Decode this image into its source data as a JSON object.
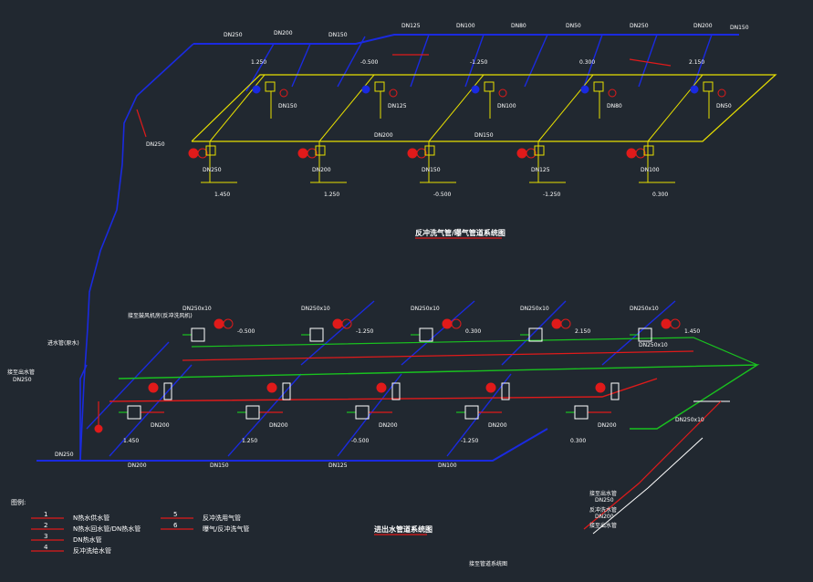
{
  "colors": {
    "background": "#212830",
    "blue_pipe": "#1a2ae0",
    "yellow_pipe": "#e8e000",
    "green_pipe": "#19c21f",
    "red_pipe": "#e01a1a",
    "white": "#ffffff"
  },
  "legend": {
    "title": "图例:",
    "items": [
      {
        "num": "1",
        "text": "N热水供水管",
        "color": "#e01a1a"
      },
      {
        "num": "2",
        "text": "N热水回水管/DN热水管",
        "color": "#e01a1a"
      },
      {
        "num": "3",
        "text": "DN热水管",
        "color": "#e01a1a"
      },
      {
        "num": "4",
        "text": "反冲洗给水管",
        "color": "#e01a1a"
      },
      {
        "num": "5",
        "text": "反冲洗用气管",
        "color": "#e01a1a"
      },
      {
        "num": "6",
        "text": "曝气/反冲洗气管",
        "color": "#e01a1a"
      }
    ]
  },
  "titles": {
    "top_system": "反冲洗气管/曝气管道系统图",
    "bottom_system": "进出水管道系统图",
    "bottom_note": "接至管道系统图"
  },
  "right_labels": [
    "接至出水管",
    "DN250",
    "反冲洗水管",
    "DN200",
    "接至出水管"
  ],
  "left_labels": [
    "接至出水管",
    "DN250"
  ],
  "top_labels": {
    "dims": [
      "DN250",
      "DN200",
      "DN150",
      "DN125",
      "DN100",
      "DN80",
      "DN50"
    ],
    "elev": [
      "1.450",
      "1.250",
      "-0.500",
      "-1.250",
      "0.300",
      "2.150"
    ]
  },
  "note_mid": "接至鼓风机房(反冲洗风机)",
  "note_left": "进水管(原水)"
}
